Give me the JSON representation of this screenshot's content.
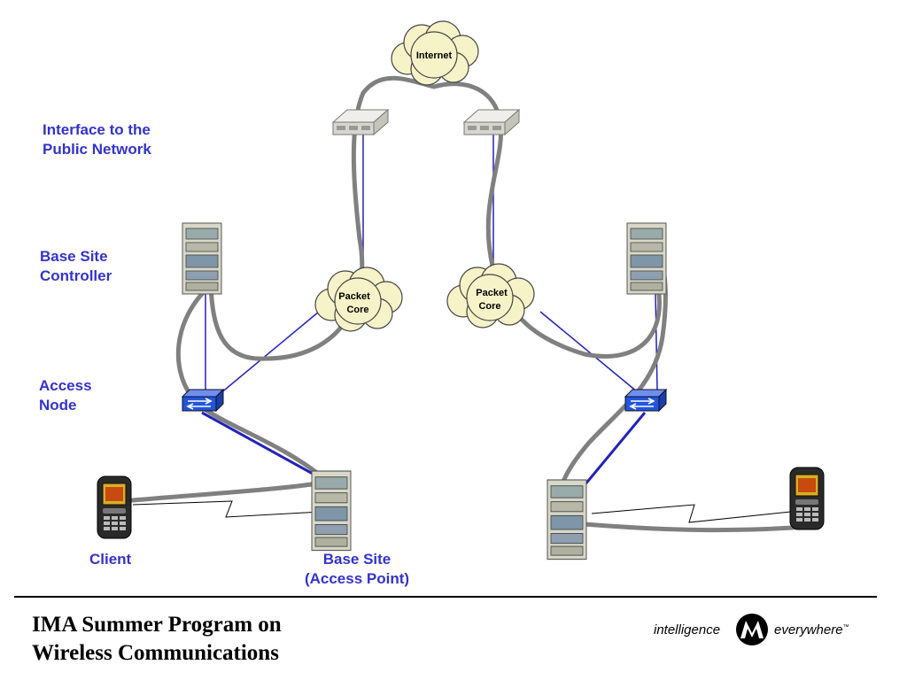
{
  "labels": {
    "interface_line1": "Interface to the",
    "interface_line2": "Public Network",
    "bsc_line1": "Base Site",
    "bsc_line2": "Controller",
    "access_line1": "Access",
    "access_line2": "Node",
    "client": "Client",
    "base_site_line1": "Base Site",
    "base_site_line2": "(Access Point)"
  },
  "clouds": {
    "internet": "Internet",
    "packet_core_left_line1": "Packet",
    "packet_core_left_line2": "Core",
    "packet_core_right_line1": "Packet",
    "packet_core_right_line2": "Core"
  },
  "footer": {
    "title_line1": "IMA Summer Program on",
    "title_line2": "Wireless Communications"
  },
  "brand": {
    "left": "intelligence",
    "right": "everywhere",
    "trademark": "™"
  },
  "colors": {
    "label_text": "#3333cc",
    "link_line": "#2222bb",
    "session_path": "#808080",
    "cloud_fill": "#f7f3c8",
    "switch_fill": "#2255dd"
  }
}
